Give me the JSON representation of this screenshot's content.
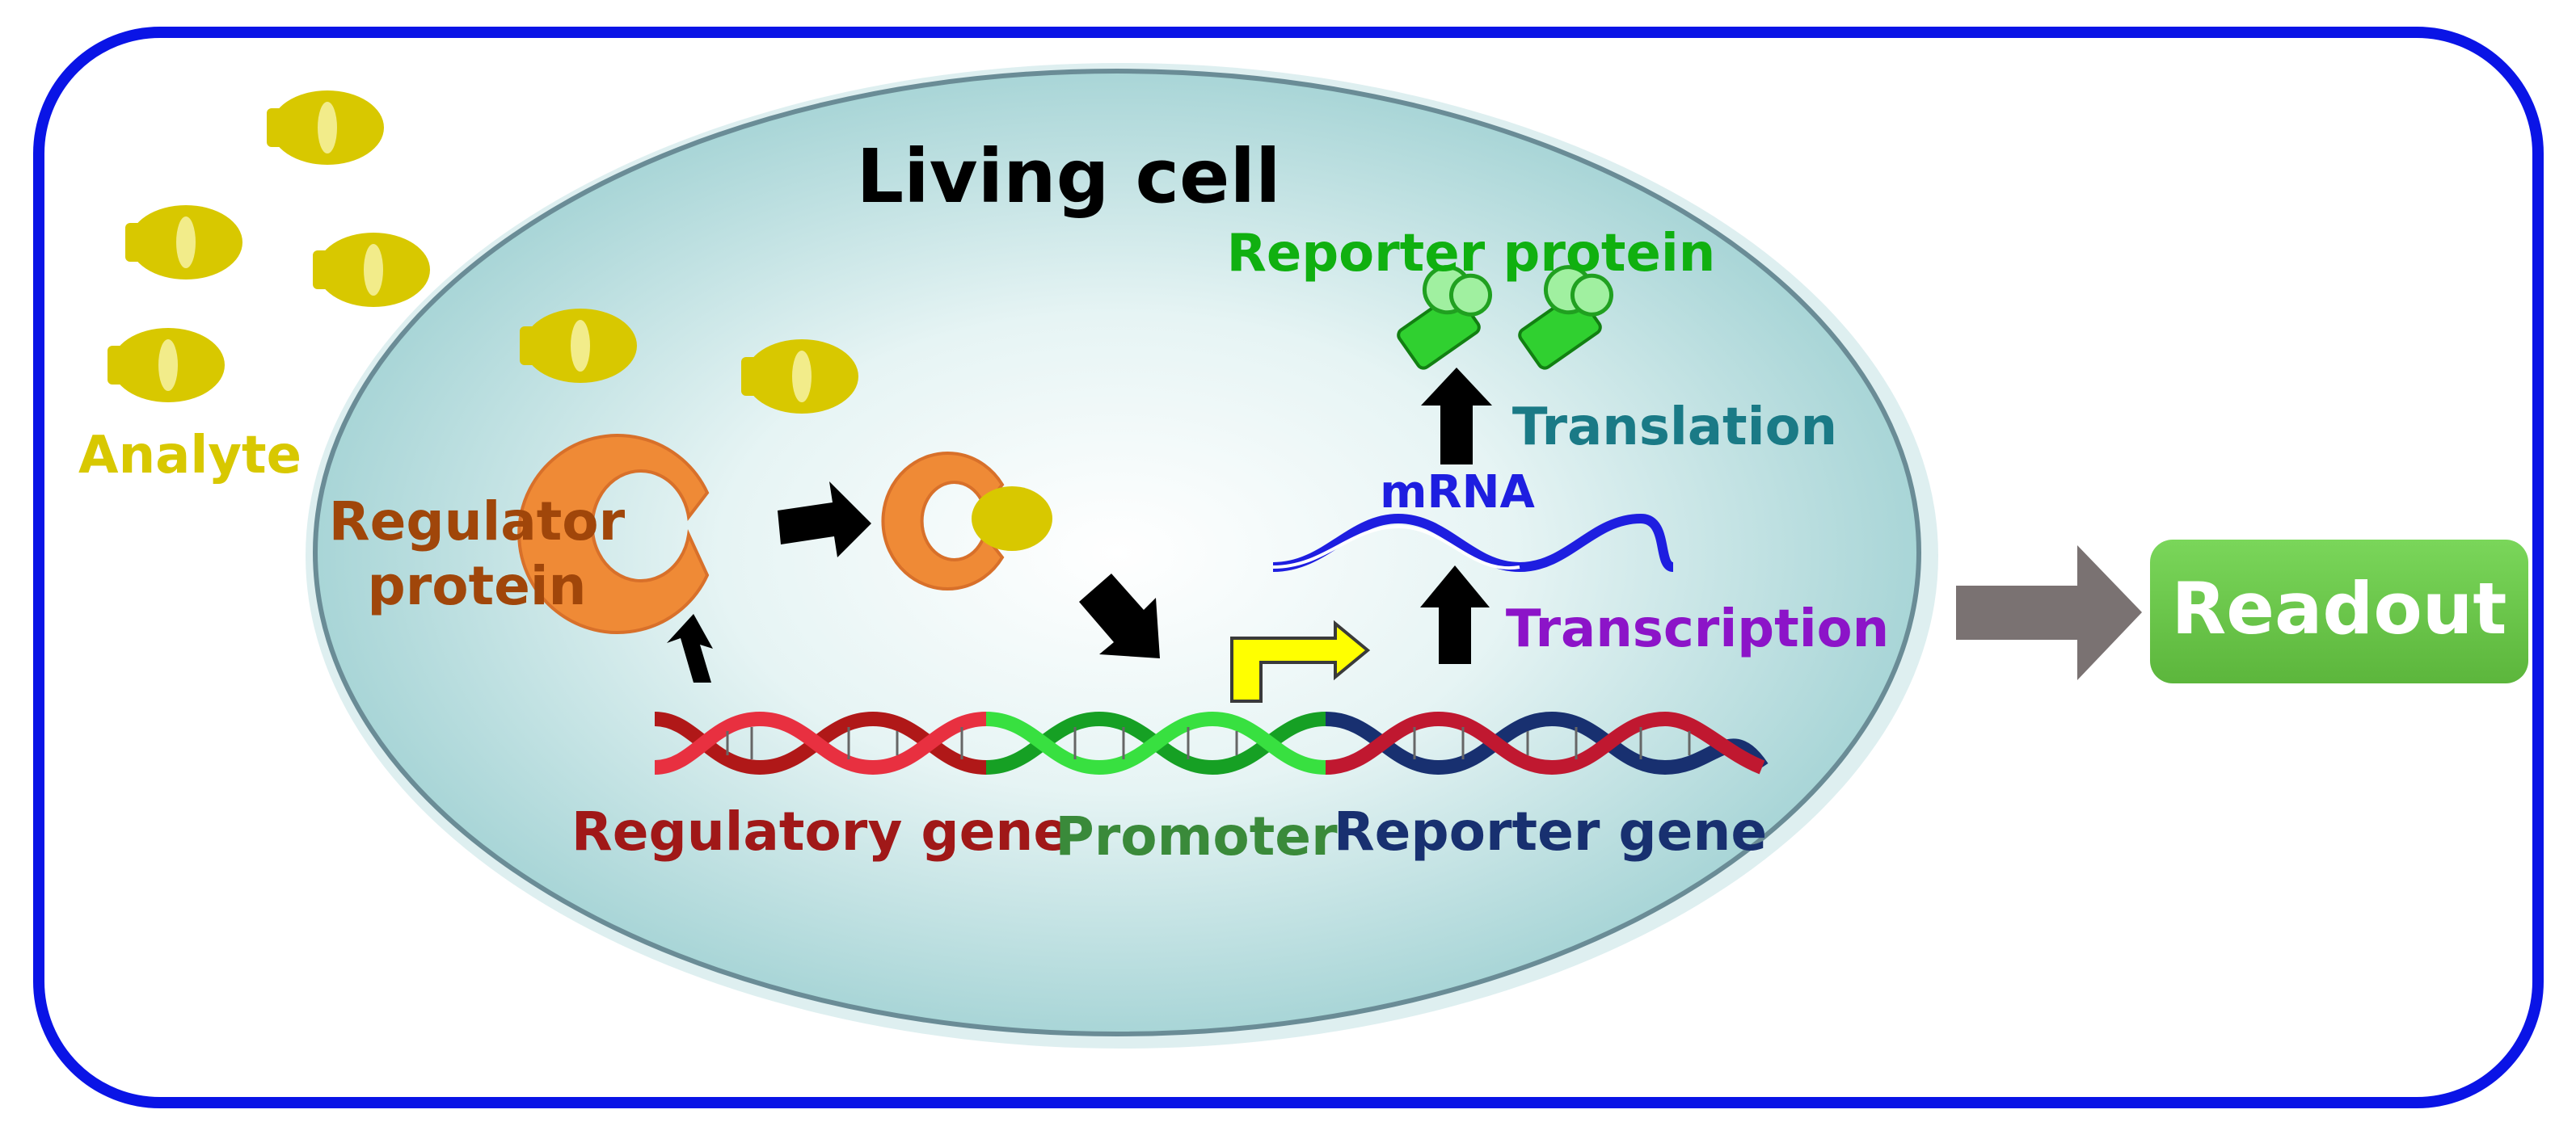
{
  "title": "Living cell",
  "labels": {
    "analyte": "Analyte",
    "regulator_line1": "Regulator",
    "regulator_line2": "protein",
    "reporter_protein": "Reporter protein",
    "translation": "Translation",
    "mrna": "mRNA",
    "transcription": "Transcription",
    "regulatory_gene": "Regulatory gene",
    "promoter": "Promoter",
    "reporter_gene": "Reporter gene",
    "readout": "Readout"
  },
  "colors": {
    "frame": "#0a14e6",
    "analyte": "#d8c800",
    "regulator": "#a0460a",
    "regulator_body": "#ef8a36",
    "reporter_protein": "#10b010",
    "translation": "#1a7a86",
    "mrna": "#1e1ee0",
    "transcription": "#8c14c8",
    "regulatory_gene": "#a01818",
    "promoter": "#3a8a3a",
    "reporter_gene": "#183070",
    "readout_bg": "#6cc84c",
    "readout_text": "#ffffff",
    "gray_arrow": "#7a7272"
  }
}
